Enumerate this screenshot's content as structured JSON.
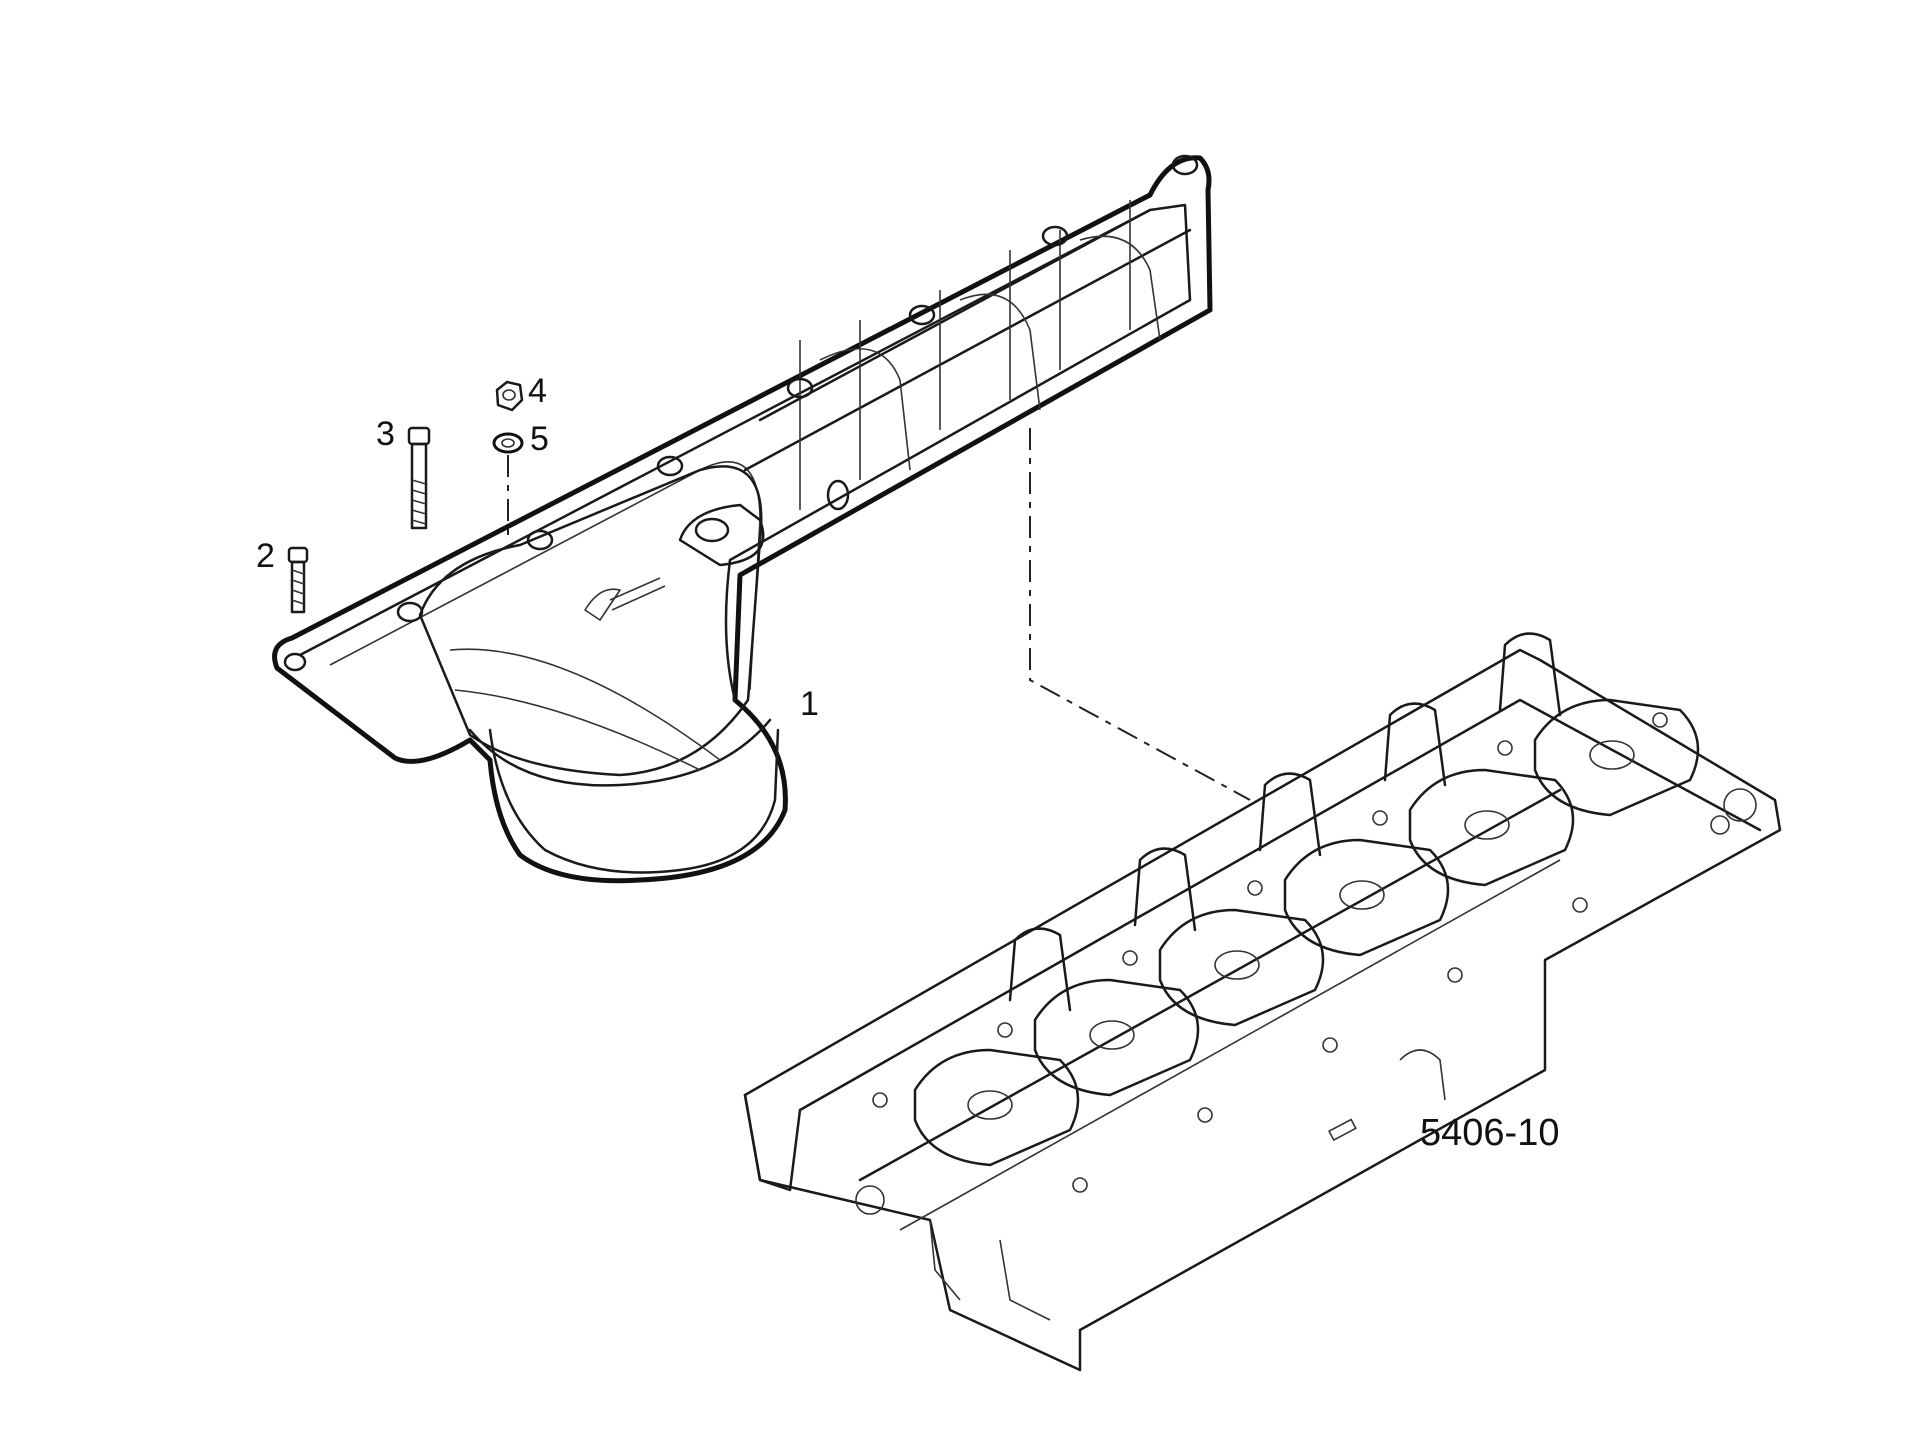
{
  "callouts": [
    {
      "id": "1",
      "label": "1"
    },
    {
      "id": "2",
      "label": "2"
    },
    {
      "id": "3",
      "label": "3"
    },
    {
      "id": "4",
      "label": "4"
    },
    {
      "id": "5",
      "label": "5"
    }
  ],
  "reference": "5406-10",
  "colors": {
    "line": "#111111",
    "background": "#ffffff"
  }
}
